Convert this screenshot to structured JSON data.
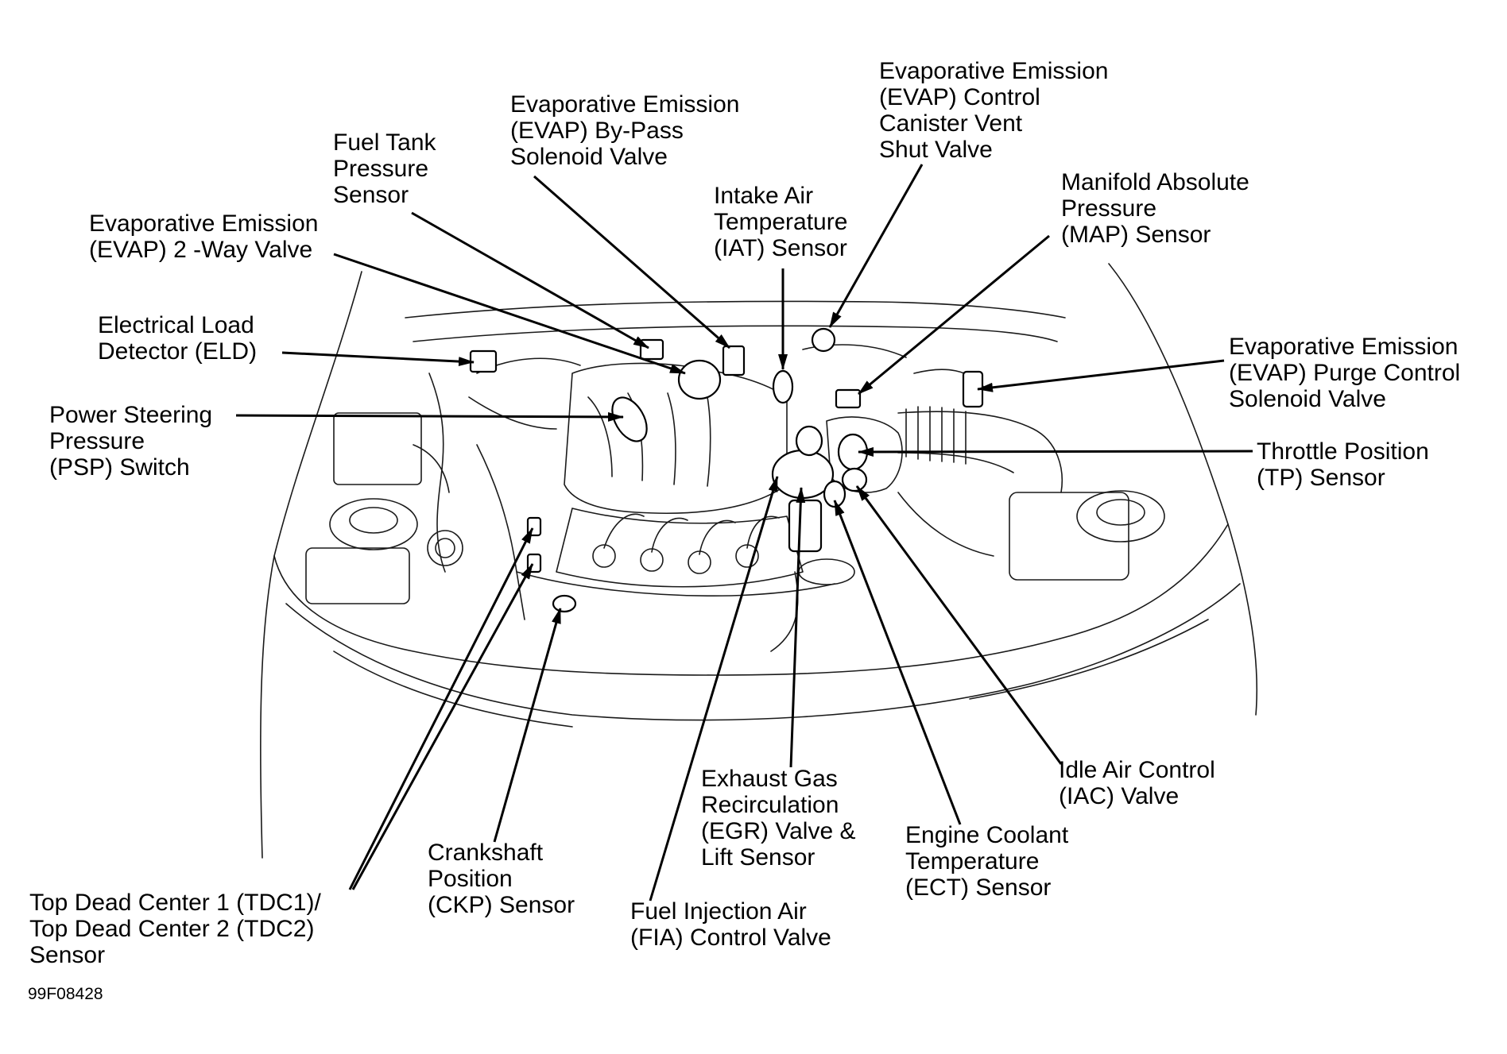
{
  "labels": {
    "evap_bypass": [
      "Evaporative Emission",
      "(EVAP) By-Pass",
      "Solenoid Valve"
    ],
    "evap_canister_vent": [
      "Evaporative Emission",
      "(EVAP) Control",
      "Canister Vent",
      "Shut Valve"
    ],
    "fuel_tank_pressure": [
      "Fuel Tank",
      "Pressure",
      "Sensor"
    ],
    "iat": [
      "Intake Air",
      "Temperature",
      "(IAT) Sensor"
    ],
    "map": [
      "Manifold Absolute",
      "Pressure",
      "(MAP) Sensor"
    ],
    "evap_2way": [
      "Evaporative Emission",
      "(EVAP) 2 -Way Valve"
    ],
    "eld": [
      "Electrical Load",
      "Detector (ELD)"
    ],
    "evap_purge": [
      "Evaporative Emission",
      "(EVAP) Purge Control",
      "Solenoid Valve"
    ],
    "psp": [
      "Power Steering",
      "Pressure",
      "(PSP) Switch"
    ],
    "tp": [
      "Throttle Position",
      "(TP) Sensor"
    ],
    "egr": [
      "Exhaust Gas",
      "Recirculation",
      "(EGR) Valve &",
      "Lift Sensor"
    ],
    "iac": [
      "Idle Air Control",
      "(IAC) Valve"
    ],
    "ckp": [
      "Crankshaft",
      "Position",
      "(CKP) Sensor"
    ],
    "ect": [
      "Engine Coolant",
      "Temperature",
      "(ECT) Sensor"
    ],
    "tdc": [
      "Top Dead Center 1 (TDC1)/",
      "Top Dead Center 2 (TDC2)",
      "Sensor"
    ],
    "fia": [
      "Fuel Injection Air",
      "(FIA) Control Valve"
    ]
  },
  "figure_id": "99F08428"
}
